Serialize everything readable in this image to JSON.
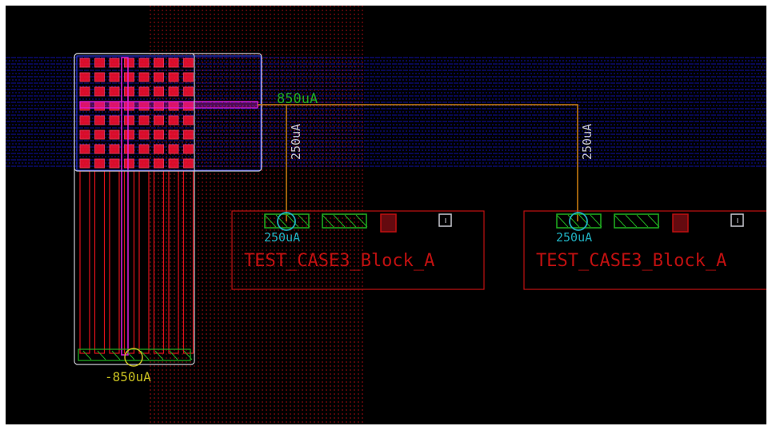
{
  "colors": {
    "background": "#000000",
    "metal_h": "#1a1aff",
    "metal_v": "#e0101a",
    "via": "#ff1030",
    "magenta": "#e020e0",
    "wire": "#d08010",
    "green_label": "#20b020",
    "cyan": "#20b0c0",
    "yellow": "#c8c020",
    "block": "#c01010",
    "outline": "#c8c8d0"
  },
  "labels": {
    "source_current": "850uA",
    "sink_current": "-850uA",
    "branch_left": "250uA",
    "branch_right": "250uA"
  },
  "blocks": [
    {
      "name": "TEST_CASE3_Block_A",
      "pin_current": "250uA"
    },
    {
      "name": "TEST_CASE3_Block_A",
      "pin_current": "250uA"
    }
  ]
}
